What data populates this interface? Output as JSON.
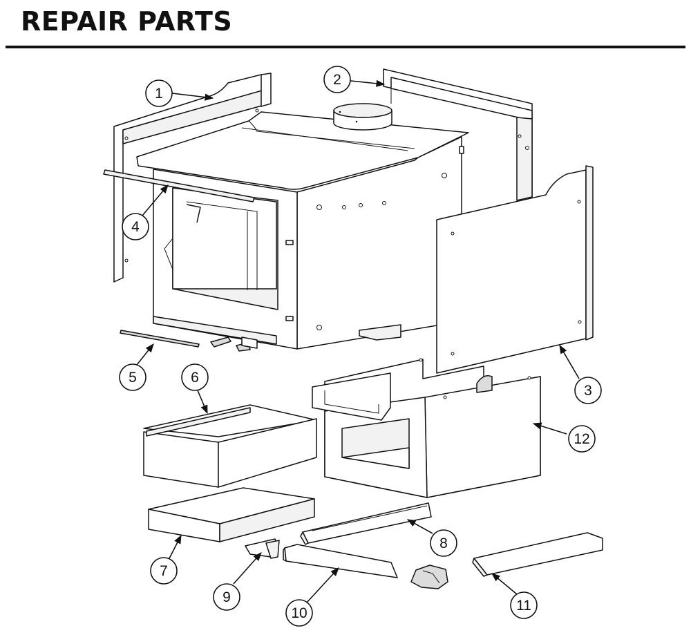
{
  "page": {
    "title": "REPAIR PARTS"
  },
  "diagram": {
    "parts": [
      {
        "number": "1"
      },
      {
        "number": "2"
      },
      {
        "number": "3"
      },
      {
        "number": "4"
      },
      {
        "number": "5"
      },
      {
        "number": "6"
      },
      {
        "number": "7"
      },
      {
        "number": "8"
      },
      {
        "number": "9"
      },
      {
        "number": "10"
      },
      {
        "number": "11"
      },
      {
        "number": "12"
      }
    ]
  }
}
